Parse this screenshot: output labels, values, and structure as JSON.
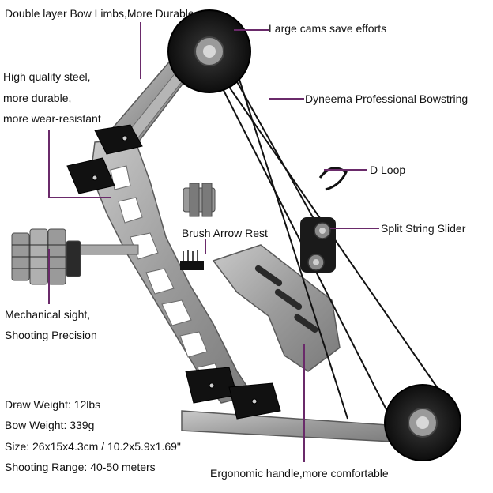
{
  "labels": {
    "limbs": "Double layer Bow Limbs,More Durable",
    "cams": "Large cams save efforts",
    "steel_1": "High quality steel,",
    "steel_2": "more durable,",
    "steel_3": "more wear-resistant",
    "bowstring": "Dyneema Professional Bowstring",
    "dloop": "D Loop",
    "slider": "Split String Slider",
    "arrow_rest": "Brush Arrow Rest",
    "sight_1": "Mechanical sight,",
    "sight_2": "Shooting Precision",
    "handle": "Ergonomic handle,more comfortable"
  },
  "specs": {
    "draw_weight": "Draw Weight: 12lbs",
    "bow_weight": "Bow Weight: 339g",
    "size": "Size: 26x15x4.3cm / 10.2x5.9x1.69\"",
    "range": "Shooting Range: 40-50 meters"
  },
  "colors": {
    "callout_line": "#6a2a6a",
    "steel": "#9a9a9a",
    "steel_dark": "#6e6e6e",
    "cam": "#151515",
    "string": "#111111"
  }
}
